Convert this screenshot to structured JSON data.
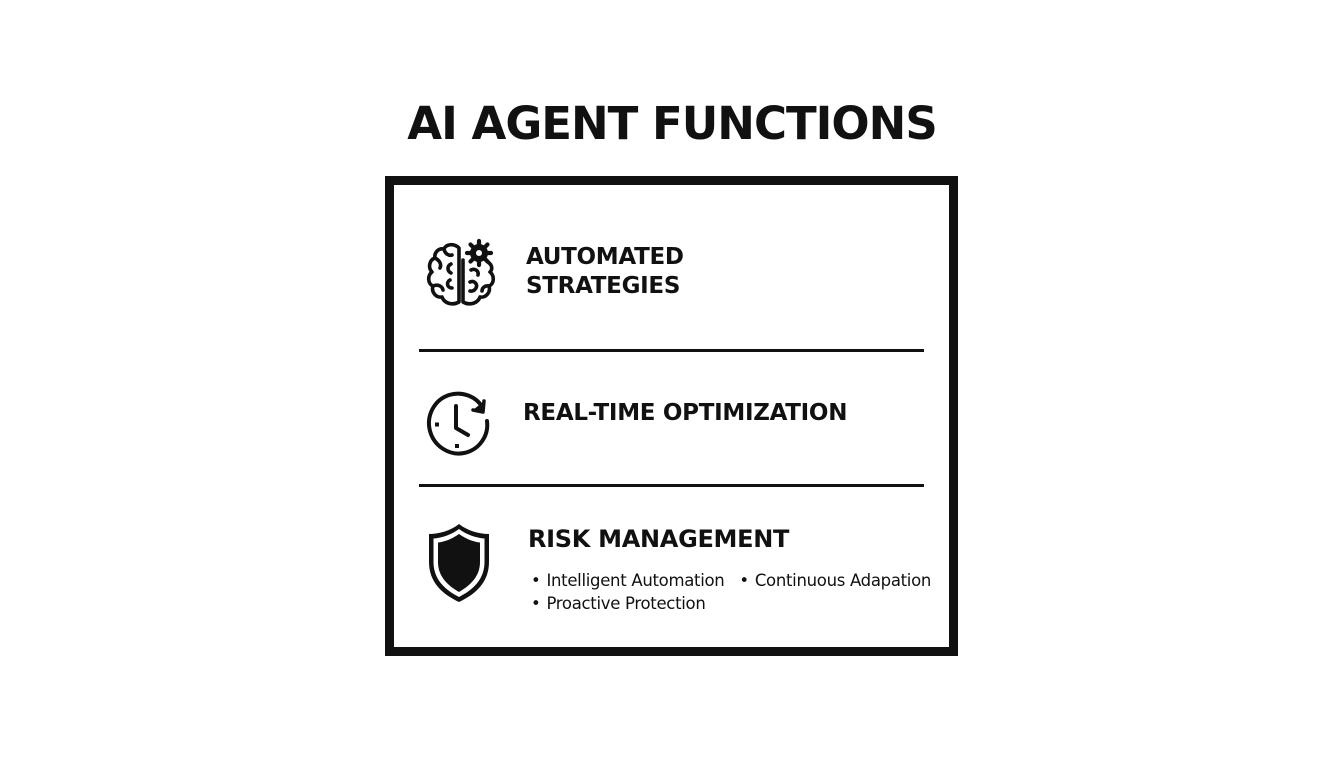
{
  "title": "AI AGENT FUNCTIONS",
  "colors": {
    "background": "#ffffff",
    "ink": "#111111"
  },
  "sections": [
    {
      "icon": "brain-gear-icon",
      "heading_line1": "AUTOMATED",
      "heading_line2": "STRATEGIES"
    },
    {
      "icon": "clock-refresh-icon",
      "heading": "REAL-TIME OPTIMIZATION"
    },
    {
      "icon": "shield-icon",
      "heading": "RISK MANAGEMENT",
      "bullet_marker": "•",
      "bullets": [
        "Intelligent Automation",
        "Continuous Adapation",
        "Proactive Protection"
      ]
    }
  ]
}
